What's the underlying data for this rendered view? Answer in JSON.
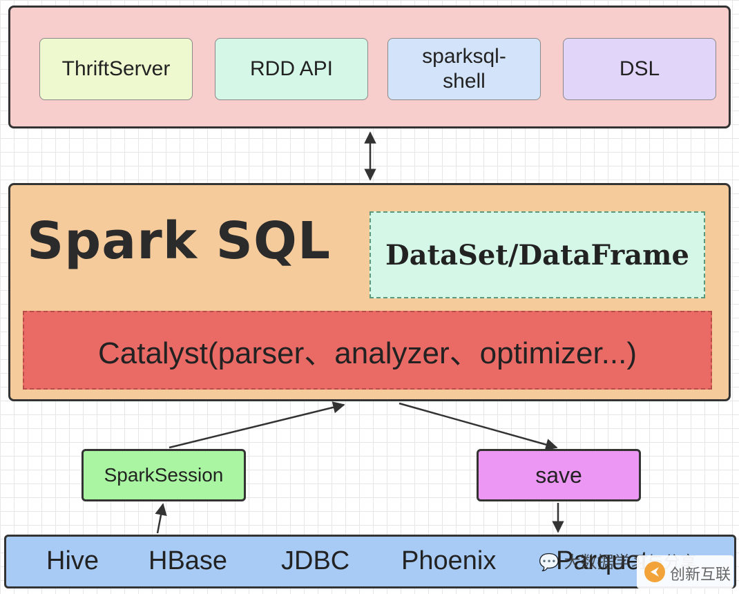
{
  "apis": [
    {
      "label": "ThriftServer",
      "color": "#eef9cf"
    },
    {
      "label": "RDD API",
      "color": "#d4f7e7"
    },
    {
      "label": "sparksql-\nshell",
      "color": "#d3e4fa"
    },
    {
      "label": "DSL",
      "color": "#e2d5fa"
    }
  ],
  "core": {
    "title": "Spark SQL",
    "dataset": "DataSet/DataFrame",
    "catalyst": "Catalyst(parser、analyzer、optimizer...)",
    "color": "#f6cb9b",
    "catalyst_color": "#ea6b66"
  },
  "nodes": {
    "session": "SparkSession",
    "save": "save"
  },
  "sources": [
    "Hive",
    "HBase",
    "JDBC",
    "Phoenix",
    "Parquet"
  ],
  "watermark": {
    "wechat": "大数据学习与分享",
    "logo": "创新互联"
  }
}
